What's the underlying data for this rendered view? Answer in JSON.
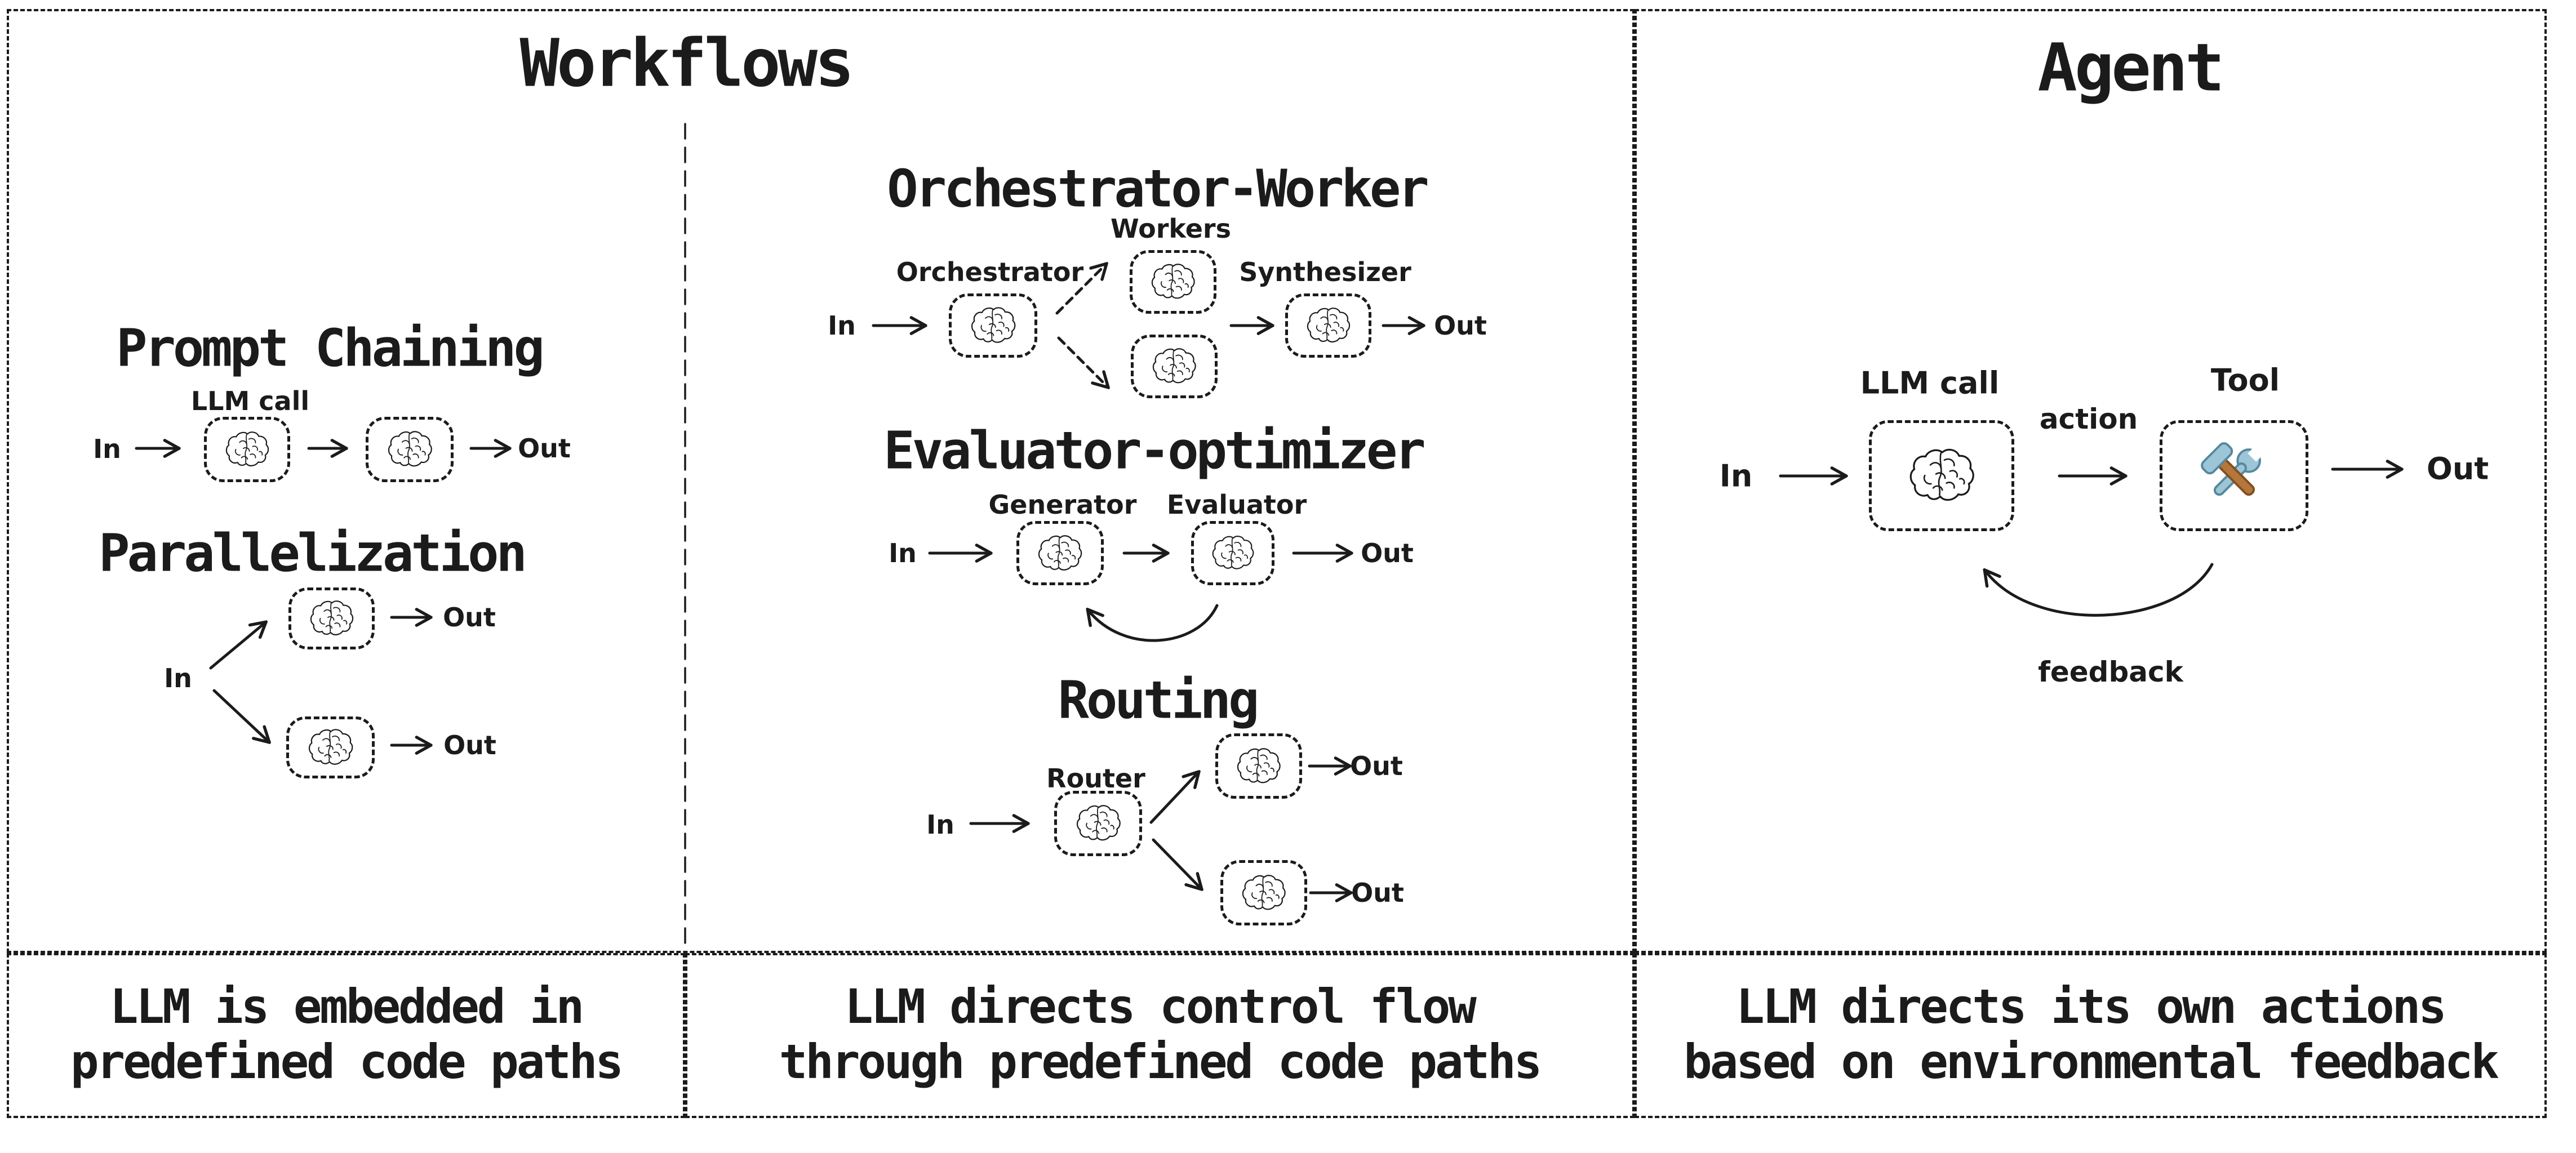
{
  "colors": {
    "ink": "#1b1b1b",
    "background": "#ffffff",
    "tool_steel": "#9cc6d8",
    "tool_steel_outline": "#55889c",
    "tool_handle": "#b5763c",
    "tool_handle_outline": "#805022"
  },
  "icons": {
    "brain": "doodle-brain-icon",
    "tool": "hammer-and-wrench-icon"
  },
  "shared": {
    "in": "In",
    "out": "Out"
  },
  "workflows": {
    "title": "Workflows",
    "prompt_chaining": {
      "heading": "Prompt Chaining",
      "llm_call": "LLM call"
    },
    "parallelization": {
      "heading": "Parallelization"
    },
    "orchestrator_worker": {
      "heading": "Orchestrator-Worker",
      "orchestrator": "Orchestrator",
      "workers": "Workers",
      "synthesizer": "Synthesizer"
    },
    "evaluator_optimizer": {
      "heading": "Evaluator-optimizer",
      "generator": "Generator",
      "evaluator": "Evaluator"
    },
    "routing": {
      "heading": "Routing",
      "router": "Router"
    },
    "caption_left": [
      "LLM is embedded in",
      "predefined code paths"
    ],
    "caption_middle": [
      "LLM directs control flow",
      "through predefined code paths"
    ]
  },
  "agent": {
    "title": "Agent",
    "llm_call": "LLM call",
    "tool": "Tool",
    "action": "action",
    "feedback": "feedback",
    "caption": [
      "LLM directs its own actions",
      "based on environmental feedback"
    ]
  }
}
